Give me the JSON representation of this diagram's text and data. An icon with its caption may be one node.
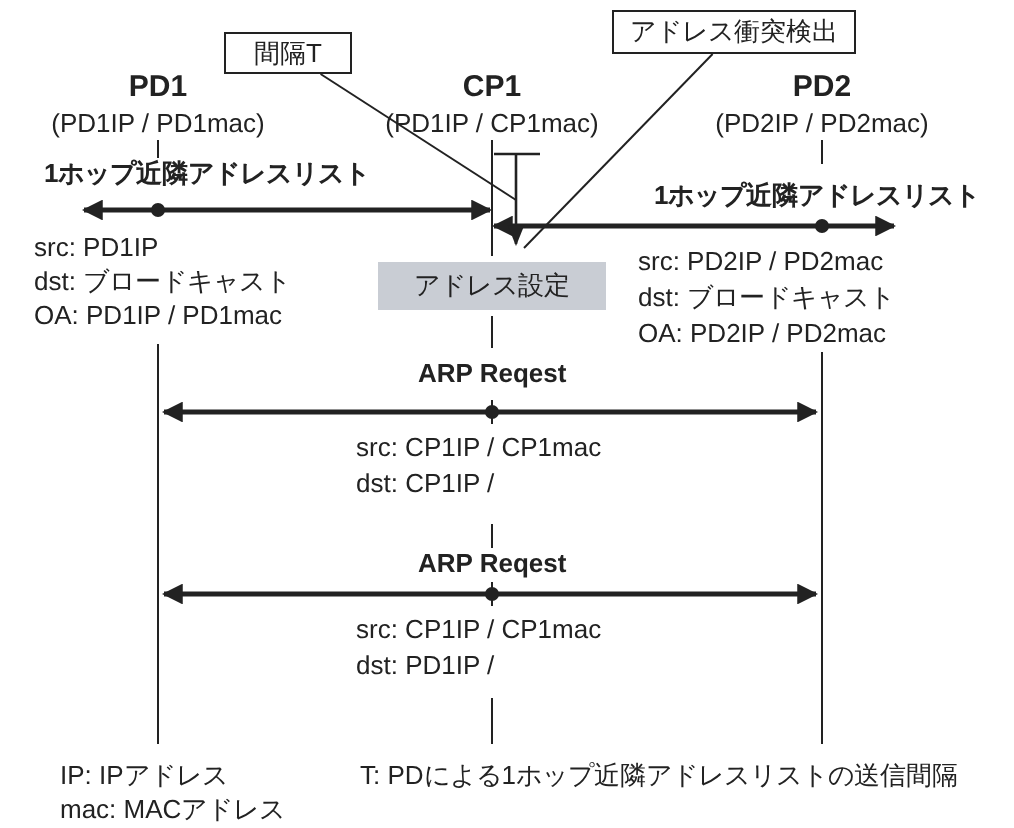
{
  "diagram": {
    "nodes": [
      {
        "text": [
          "PD1",
          "(PD1IP / PD1mac)"
        ]
      },
      {
        "text": [
          "CP1",
          "(PD1IP / CP1mac)"
        ]
      },
      {
        "text": [
          "PD2",
          "(PD2IP / PD2mac)"
        ]
      },
      {
        "text": [
          "間隔T"
        ]
      },
      {
        "text": [
          "アドレス衝突検出"
        ]
      },
      {
        "text": [
          "アドレス設定"
        ]
      }
    ],
    "edges": [
      {
        "from": 0,
        "to": 1,
        "arrow": "both",
        "label": "1ホップ近隣アドレスリスト"
      },
      {
        "from": 2,
        "to": 1,
        "arrow": "both",
        "label": "1ホップ近隣アドレスリスト"
      },
      {
        "from": 1,
        "to": 0,
        "arrow": "to",
        "label": "ARP Reqest"
      },
      {
        "from": 1,
        "to": 2,
        "arrow": "to"
      },
      {
        "from": 1,
        "to": 0,
        "arrow": "to",
        "label": "ARP Reqest"
      },
      {
        "from": 1,
        "to": 2,
        "arrow": "to"
      },
      {
        "from": 3,
        "to": 1,
        "arrow": "none"
      },
      {
        "from": 4,
        "to": 1,
        "arrow": "none"
      }
    ],
    "labels": [
      "src: PD1IP",
      "dst: ブロードキャスト",
      "OA: PD1IP / PD1mac",
      "src: PD2IP / PD2mac",
      "dst: ブロードキャスト",
      "OA: PD2IP / PD2mac",
      "src: CP1IP / CP1mac",
      "dst: CP1IP /",
      "src: CP1IP / CP1mac",
      "dst: PD1IP /",
      "IP: IPアドレス",
      "mac: MACアドレス",
      "T: PDによる1ホップ近隣アドレスリストの送信間隔"
    ]
  }
}
